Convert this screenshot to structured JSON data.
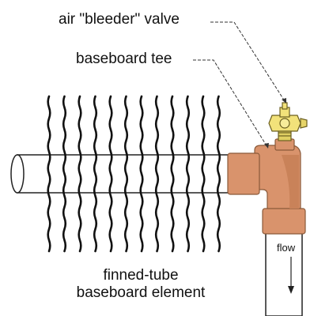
{
  "labels": {
    "bleeder_valve": "air \"bleeder\" valve",
    "baseboard_tee": "baseboard tee",
    "element_line1": "finned-tube",
    "element_line2": "baseboard element",
    "flow": "flow"
  },
  "colors": {
    "copper": "#d9936c",
    "copper_dark": "#b8764f",
    "brass": "#f2e27a",
    "brass_dark": "#c8b44a",
    "fins": "#111111",
    "pipe_outline": "#222222",
    "leader": "#333333"
  },
  "icons": {
    "flow_arrow": "arrow-down-icon"
  }
}
